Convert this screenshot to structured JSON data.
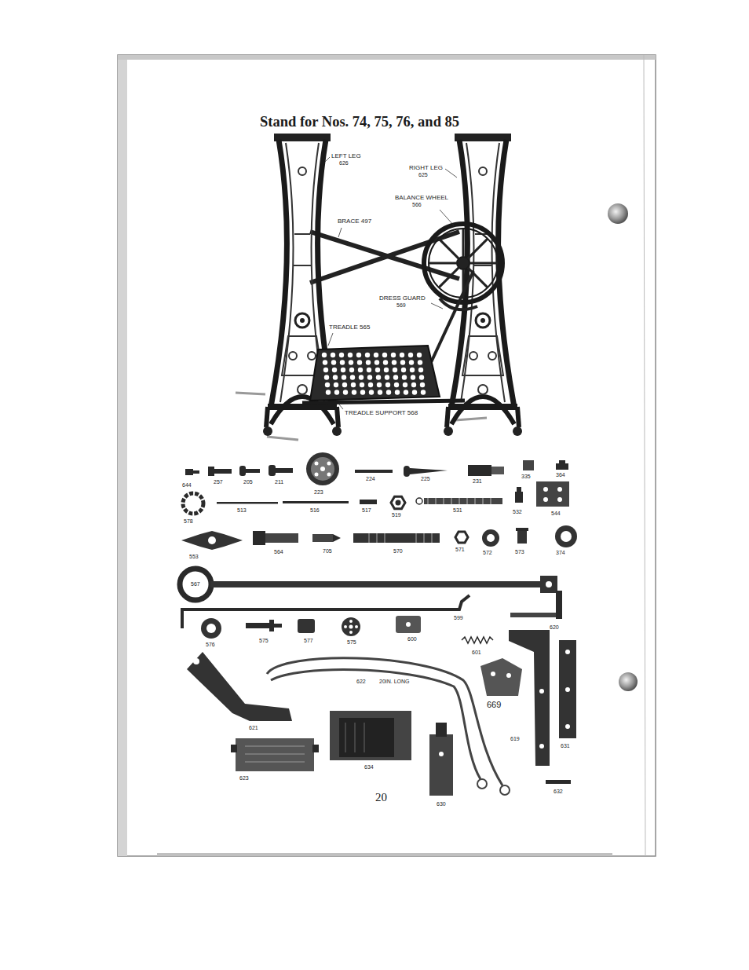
{
  "diagram": {
    "title": "Stand for Nos. 74, 75, 76, and 85",
    "labels": [
      "LEFT LEG",
      "626",
      "RIGHT LEG",
      "625",
      "BALANCE WHEEL",
      "566",
      "BRACE 497",
      "DRESS GUARD",
      "569",
      "TREADLE 565",
      "TREADLE SUPPORT 568",
      "644",
      "257",
      "205",
      "211",
      "223",
      "224",
      "225",
      "231",
      "335",
      "364",
      "578",
      "513",
      "516",
      "517",
      "519",
      "531",
      "532",
      "544",
      "553",
      "564",
      "705",
      "570",
      "571",
      "572",
      "573",
      "374",
      "567",
      "599",
      "576",
      "575",
      "577",
      "575",
      "600",
      "601",
      "620",
      "622",
      "20IN. LONG",
      "669",
      "621",
      "619",
      "631",
      "623",
      "634",
      "630",
      "632",
      "20"
    ]
  }
}
